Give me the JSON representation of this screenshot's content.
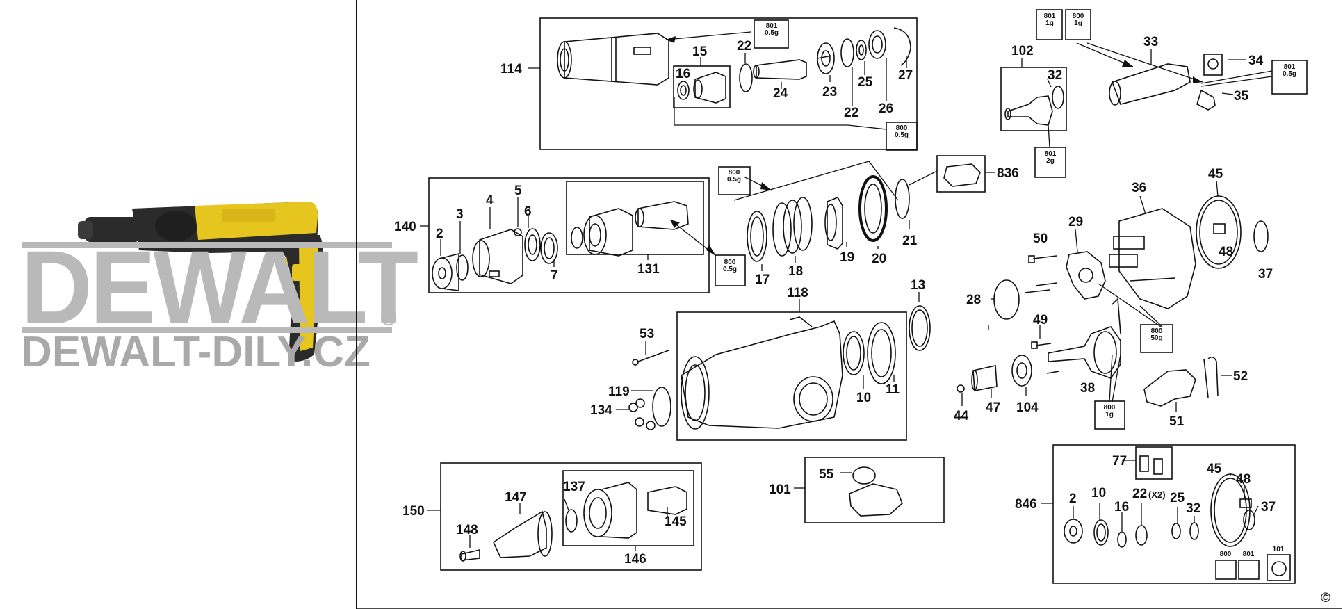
{
  "watermark": {
    "brand": "DEWALT",
    "site": "DEWALT-DILY.CZ",
    "registered": "®"
  },
  "copyright": "©",
  "part_labels": {
    "p114": "114",
    "p15": "15",
    "p16": "16",
    "p22a": "22",
    "p24": "24",
    "p23": "23",
    "p22b": "22",
    "p25": "25",
    "p26": "26",
    "p27": "27",
    "p102": "102",
    "p32a": "32",
    "p33": "33",
    "p34": "34",
    "p35": "35",
    "p140": "140",
    "p2a": "2",
    "p3": "3",
    "p4": "4",
    "p5": "5",
    "p6": "6",
    "p7": "7",
    "p131": "131",
    "p17": "17",
    "p18": "18",
    "p19": "19",
    "p20": "20",
    "p21": "21",
    "p836": "836",
    "p36": "36",
    "p45a": "45",
    "p29": "29",
    "p50": "50",
    "p48a": "48",
    "p37a": "37",
    "p28": "28",
    "p49": "49",
    "p118": "118",
    "p13": "13",
    "p53": "53",
    "p119": "119",
    "p134": "134",
    "p10a": "10",
    "p11": "11",
    "p44": "44",
    "p47": "47",
    "p104": "104",
    "p38": "38",
    "p52": "52",
    "p51": "51",
    "p150": "150",
    "p147": "147",
    "p137": "137",
    "p148": "148",
    "p145": "145",
    "p146": "146",
    "p101a": "101",
    "p55": "55",
    "p846": "846",
    "p77": "77",
    "p2b": "2",
    "p10b": "10",
    "p16b": "16",
    "p22c": "22",
    "p22x2": "(X2)",
    "p25b": "25",
    "p32b": "32",
    "p45b": "45",
    "p48b": "48",
    "p37b": "37",
    "k800": "800",
    "k801": "801",
    "k101": "101"
  },
  "grease_boxes": {
    "g1_code": "801",
    "g1_qty": "0.5g",
    "g2_code": "800",
    "g2_qty": "0.5g",
    "g3a_code": "801",
    "g3a_qty": "1g",
    "g3b_code": "800",
    "g3b_qty": "1g",
    "g4_code": "801",
    "g4_qty": "0.5g",
    "g5_code": "801",
    "g5_qty": "2g",
    "g6_code": "800",
    "g6_qty": "0.5g",
    "g7_code": "800",
    "g7_qty": "0.5g",
    "g8_code": "800",
    "g8_qty": "50g",
    "g9_code": "800",
    "g9_qty": "1g"
  },
  "colors": {
    "tool_yellow": "#e6c51f",
    "tool_black": "#2b2b2b",
    "watermark": "#b9b9b9",
    "line": "#111111"
  }
}
